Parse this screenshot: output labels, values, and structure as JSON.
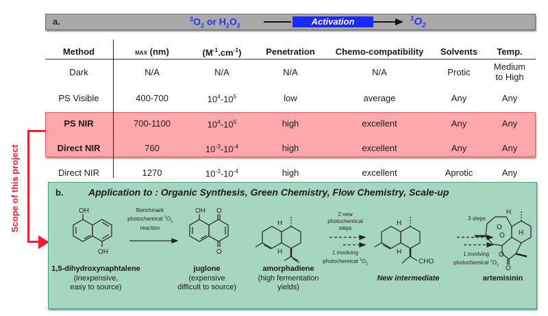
{
  "panel_a": {
    "label": "a.",
    "reactant_html_parts": {
      "t_sup": "3",
      "o": "O",
      "two": "2",
      "or": " or H",
      "h_sub": "2",
      "o2": "O",
      "o2_sub": "2"
    },
    "activation_label": "Activation",
    "product_sup": "1",
    "product": "O",
    "product_sub": "2"
  },
  "table": {
    "headers": {
      "method": "Method",
      "lambda": "MAX",
      "lambda_unit": " (nm)",
      "epsilon_pre": "(M",
      "epsilon_sup1": "-1",
      "epsilon_mid": ".cm",
      "epsilon_sup2": "-1",
      "epsilon_post": ")",
      "penetration": "Penetration",
      "chemo": "Chemo-compatibility",
      "solvents": "Solvents",
      "temp": "Temp."
    },
    "rows": [
      {
        "method": "Dark",
        "lambda": "N/A",
        "eps": "N/A",
        "eps_a": "",
        "eps_b": "",
        "eps_c": "",
        "penetration": "N/A",
        "chemo": "N/A",
        "solvents": "Protic",
        "temp1": "Medium",
        "temp2": "to High"
      },
      {
        "method": "PS Visible",
        "lambda": "400-700",
        "eps_base1": "10",
        "eps_exp1": "4",
        "eps_base2": "-10",
        "eps_exp2": "5",
        "penetration": "low",
        "chemo": "average",
        "solvents": "Any",
        "temp": "Any"
      },
      {
        "method": "PS NIR",
        "lambda": "700-1100",
        "eps_base1": "10",
        "eps_exp1": "4",
        "eps_base2": "-10",
        "eps_exp2": "5",
        "penetration": "high",
        "chemo": "excellent",
        "solvents": "Any",
        "temp": "Any"
      },
      {
        "method": "Direct NIR",
        "lambda": "760",
        "eps_base1": "10",
        "eps_exp1": "-3",
        "eps_base2": "-10",
        "eps_exp2": "-4",
        "penetration": "high",
        "chemo": "excellent",
        "solvents": "Any",
        "temp": "Any"
      },
      {
        "method": "Direct NIR",
        "lambda": "1270",
        "eps_base1": "10",
        "eps_exp1": "-3",
        "eps_base2": "-10",
        "eps_exp2": "-4",
        "penetration": "high",
        "chemo": "excellent",
        "solvents": "Aprotic",
        "temp": "Any"
      }
    ]
  },
  "scope_label": "Scope of this project",
  "panel_b": {
    "label": "b.",
    "title": "Application to : Organic Synthesis, Green Chemistry, Flow Chemistry, Scale-up",
    "compounds": [
      {
        "name": "1,5-dihydroxynaphtalene",
        "note1": "(inexpensive,",
        "note2": "easy to source)"
      },
      {
        "name": "juglone",
        "note1": "(expensive",
        "note2": "difficult to source)"
      },
      {
        "name": "amorphadiene",
        "note1": "(high fermentation",
        "note2": "yields)"
      },
      {
        "name": "New intermediate"
      },
      {
        "name": "artemisinin"
      }
    ],
    "arrow1": {
      "l1": "Benchmark",
      "l2": "photochemical ",
      "sup": "1",
      "l2b": "O",
      "sub": "2",
      "l3": "reaction"
    },
    "arrow2": {
      "top1": "2 new",
      "top2": "photochemical",
      "top3": "steps",
      "bot1": "1 involving",
      "bot2": "photochemical ",
      "sup": "1",
      "bot2b": "O",
      "sub": "2"
    },
    "arrow3": {
      "top1": "3 steps",
      "bot1": "1 involving",
      "bot2": "photochemical ",
      "sup": "1",
      "bot2b": "O",
      "sub": "2"
    },
    "atoms": {
      "oh": "OH",
      "o": "O",
      "h": "H",
      "cho": "CHO"
    }
  },
  "colors": {
    "activation_bg": "#1a2aff",
    "reactant_text": "#1a32ff",
    "highlight_pink": "#ffa8ab",
    "scope_red": "#ff1a2e",
    "panel_green": "#a6d6c0"
  }
}
